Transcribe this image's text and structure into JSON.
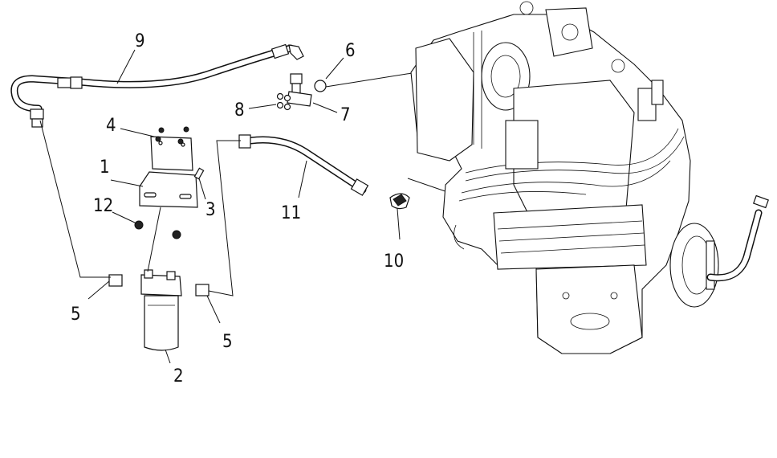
{
  "callouts": [
    {
      "id": "1",
      "text": "1"
    },
    {
      "id": "2",
      "text": "2"
    },
    {
      "id": "3",
      "text": "3"
    },
    {
      "id": "4",
      "text": "4"
    },
    {
      "id": "5a",
      "text": "5"
    },
    {
      "id": "5b",
      "text": "5"
    },
    {
      "id": "6",
      "text": "6"
    },
    {
      "id": "7",
      "text": "7"
    },
    {
      "id": "8",
      "text": "8"
    },
    {
      "id": "9",
      "text": "9"
    },
    {
      "id": "10",
      "text": "10"
    },
    {
      "id": "11",
      "text": "11"
    },
    {
      "id": "12",
      "text": "12"
    }
  ]
}
